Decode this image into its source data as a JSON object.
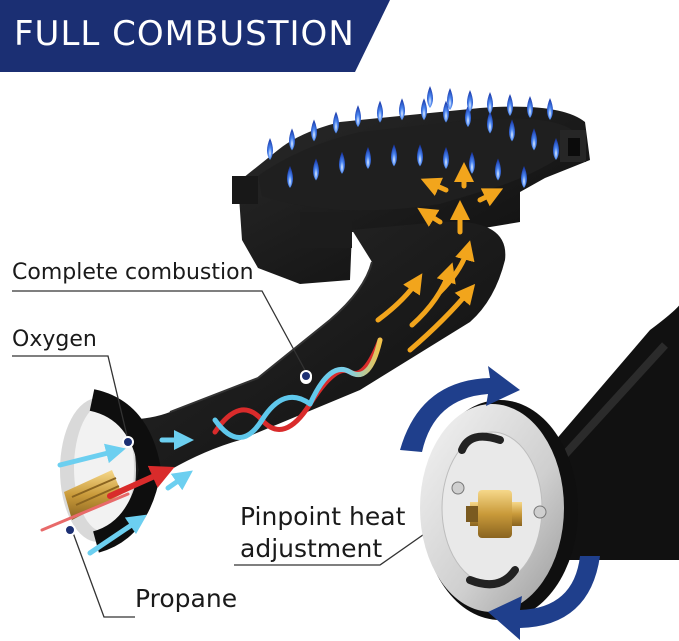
{
  "banner": {
    "title": "FULL COMBUSTION"
  },
  "labels": {
    "complete_combustion": "Complete combustion",
    "oxygen": "Oxygen",
    "propane": "Propane",
    "pinpoint_line1": "Pinpoint heat",
    "pinpoint_line2": "adjustment"
  },
  "colors": {
    "banner_navy": "#1b2f73",
    "flame_blue": "#3a78e8",
    "oxygen_arrow": "#6ccff0",
    "propane_arrow": "#d92b2b",
    "flow_arrow": "#f2a51c",
    "rotation_arrow": "#1f3f8c",
    "burner_black": "#141414"
  },
  "icons": [
    "rotate-clockwise-arrow-icon",
    "rotate-counterclockwise-arrow-icon",
    "flame-icon",
    "airflow-arrow-icon"
  ]
}
